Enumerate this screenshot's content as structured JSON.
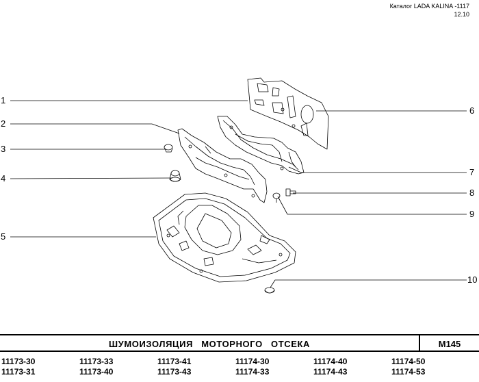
{
  "header": {
    "catalog": "Каталог LADA KALINA -1117",
    "date": "12.10"
  },
  "callouts": [
    "1",
    "2",
    "3",
    "4",
    "5",
    "6",
    "7",
    "8",
    "9",
    "10"
  ],
  "title": "ШУМОИЗОЛЯЦИЯ МОТОРНОГО ОТСЕКА",
  "code": "M145",
  "models": [
    [
      "11173-30",
      "11173-31"
    ],
    [
      "11173-33",
      "11173-40"
    ],
    [
      "11173-41",
      "11173-43"
    ],
    [
      "11174-30",
      "11174-33"
    ],
    [
      "11174-40",
      "11174-43"
    ],
    [
      "11174-50",
      "11174-53"
    ]
  ]
}
